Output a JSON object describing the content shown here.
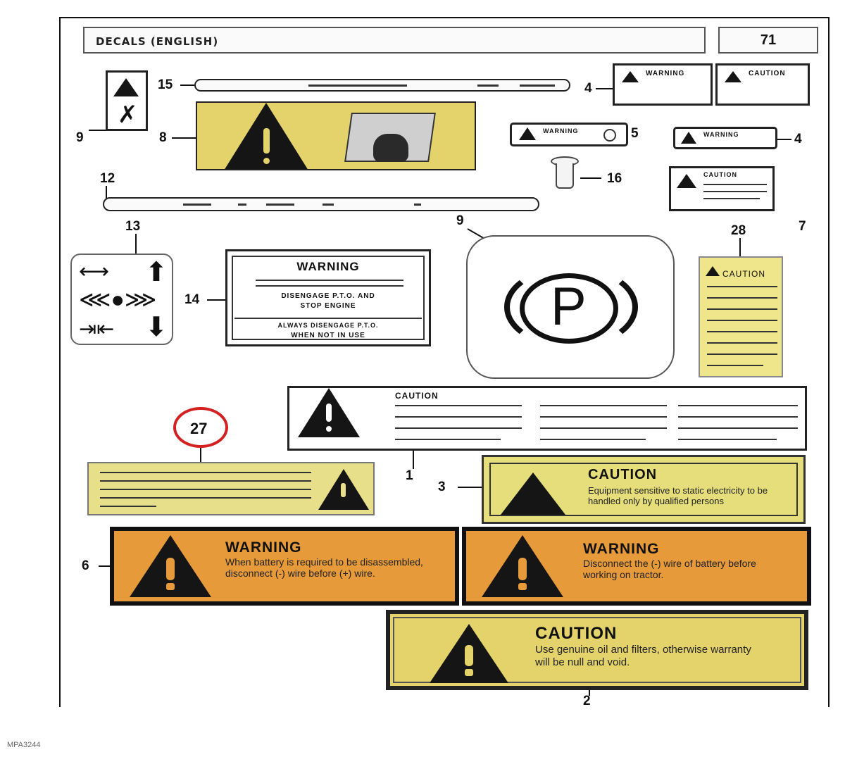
{
  "header": {
    "title": "DECALS (ENGLISH)",
    "page_number": "71"
  },
  "callouts": {
    "c1": "1",
    "c2": "2",
    "c3": "3",
    "c4a": "4",
    "c4b": "4",
    "c5": "5",
    "c6": "6",
    "c7": "7",
    "c8": "8",
    "c9a": "9",
    "c9b": "9",
    "c12": "12",
    "c13": "13",
    "c14": "14",
    "c15": "15",
    "c16": "16",
    "c27": "27",
    "c28": "28"
  },
  "decals": {
    "d14": {
      "heading": "WARNING",
      "line1": "DISENGAGE P.T.O. AND",
      "line2": "STOP ENGINE",
      "line3": "ALWAYS DISENGAGE P.T.O.",
      "line4": "WHEN NOT IN USE"
    },
    "d9": {
      "symbol": "P"
    },
    "d28": {
      "heading": "CAUTION"
    },
    "d1": {
      "heading": "CAUTION"
    },
    "d3": {
      "heading": "CAUTION",
      "text": "Equipment sensitive to static electricity to be handled only by qualified persons"
    },
    "d6a": {
      "heading": "WARNING",
      "text": "When battery is required to be disassembled, disconnect (-) wire before (+) wire."
    },
    "d6b": {
      "heading": "WARNING",
      "text": "Disconnect the (-) wire of battery before working on tractor."
    },
    "d2": {
      "heading": "CAUTION",
      "text": "Use genuine oil and filters, otherwise warranty will be null and void."
    },
    "d7": {
      "heading": "CAUTION"
    },
    "d4": {
      "heading": "WARNING"
    },
    "d5": {
      "heading": "WARNING"
    }
  },
  "footer": {
    "code": "MPA3244"
  },
  "colors": {
    "decal_yellow": "#e3d36a",
    "decal_orange": "#e69a3a",
    "highlight_red": "#d42020"
  }
}
